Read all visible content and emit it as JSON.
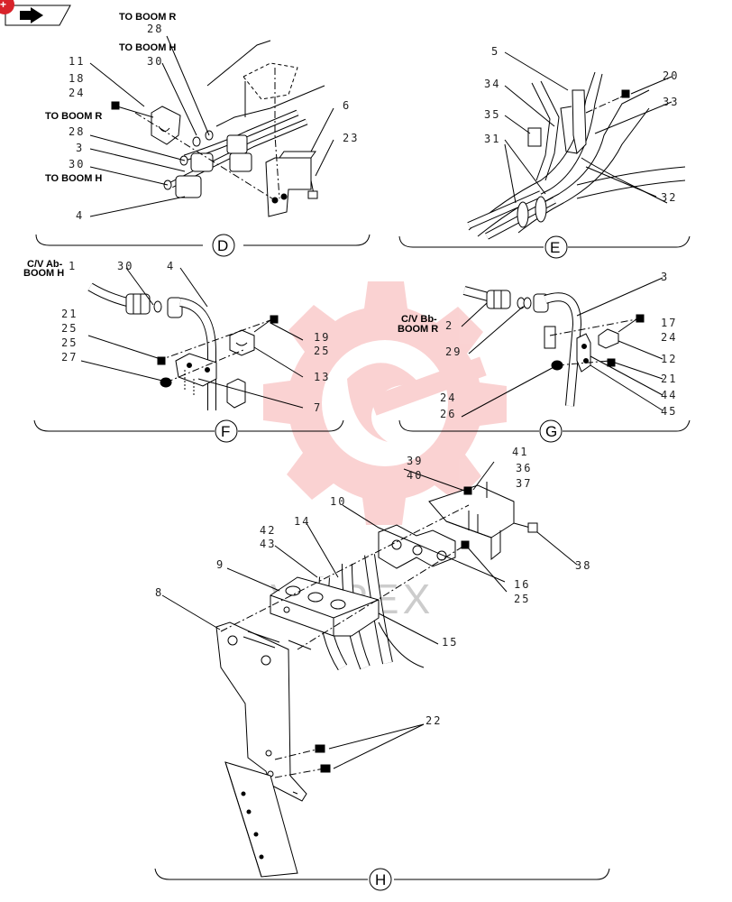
{
  "toolbar": {
    "nav_icon": "arrow-right-icon",
    "corner_badge": "+"
  },
  "watermark": {
    "text": "V❀PEX"
  },
  "sections": {
    "D": {
      "letter": "D",
      "labels": {
        "to_boom_r_top": "TO BOOM R",
        "to_boom_h_top": "TO BOOM H",
        "to_boom_r_left": "TO BOOM R",
        "to_boom_h_left": "TO BOOM H"
      },
      "numbers": {
        "n28a": "28",
        "n30a": "30",
        "n11": "11",
        "n18": "18",
        "n24": "24",
        "n28b": "28",
        "n3": "3",
        "n30b": "30",
        "n4": "4",
        "n6": "6",
        "n23": "23"
      }
    },
    "E": {
      "letter": "E",
      "numbers": {
        "n5": "5",
        "n34": "34",
        "n35": "35",
        "n31": "31",
        "n20": "20",
        "n33": "33",
        "n32": "32"
      }
    },
    "F": {
      "letter": "F",
      "labels": {
        "cv_ab_1": "C/V Ab-",
        "cv_ab_2": "BOOM H"
      },
      "numbers": {
        "n1": "1",
        "n30": "30",
        "n4": "4",
        "n21": "21",
        "n25a": "25",
        "n25b": "25",
        "n27": "27",
        "n19": "19",
        "n25c": "25",
        "n13": "13",
        "n7": "7"
      }
    },
    "G": {
      "letter": "G",
      "labels": {
        "cv_bb_1": "C/V Bb-",
        "cv_bb_2": "BOOM R"
      },
      "numbers": {
        "n2": "2",
        "n29": "29",
        "n3": "3",
        "n17": "17",
        "n24a": "24",
        "n12": "12",
        "n21": "21",
        "n44": "44",
        "n45": "45",
        "n24b": "24",
        "n26": "26"
      }
    },
    "H": {
      "letter": "H",
      "numbers": {
        "n39": "39",
        "n40": "40",
        "n41": "41",
        "n36": "36",
        "n37": "37",
        "n10": "10",
        "n14": "14",
        "n42": "42",
        "n43": "43",
        "n9": "9",
        "n38": "38",
        "n16": "16",
        "n25": "25",
        "n8": "8",
        "n15": "15",
        "n22": "22"
      }
    }
  }
}
